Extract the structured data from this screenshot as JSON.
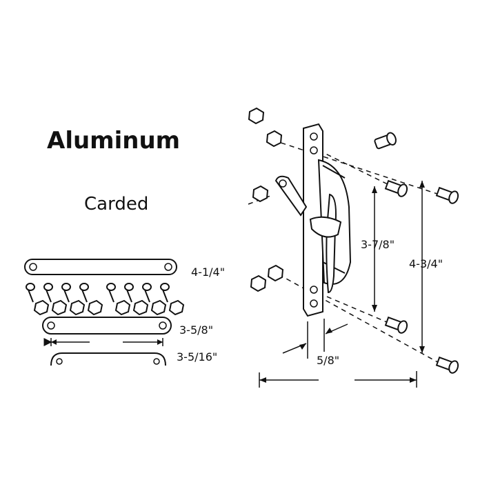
{
  "title": "Aluminum",
  "subtitle": "Carded",
  "plates": {
    "top_label": "4-1/4\"",
    "middle_label": "3-5/8\"",
    "bottom_label": "3-5/16\""
  },
  "latch": {
    "height_inner_label": "3-7/8\"",
    "height_outer_label": "4-3/4\"",
    "width_label": "5/8\""
  },
  "colors": {
    "ink": "#111111",
    "background": "#ffffff"
  }
}
